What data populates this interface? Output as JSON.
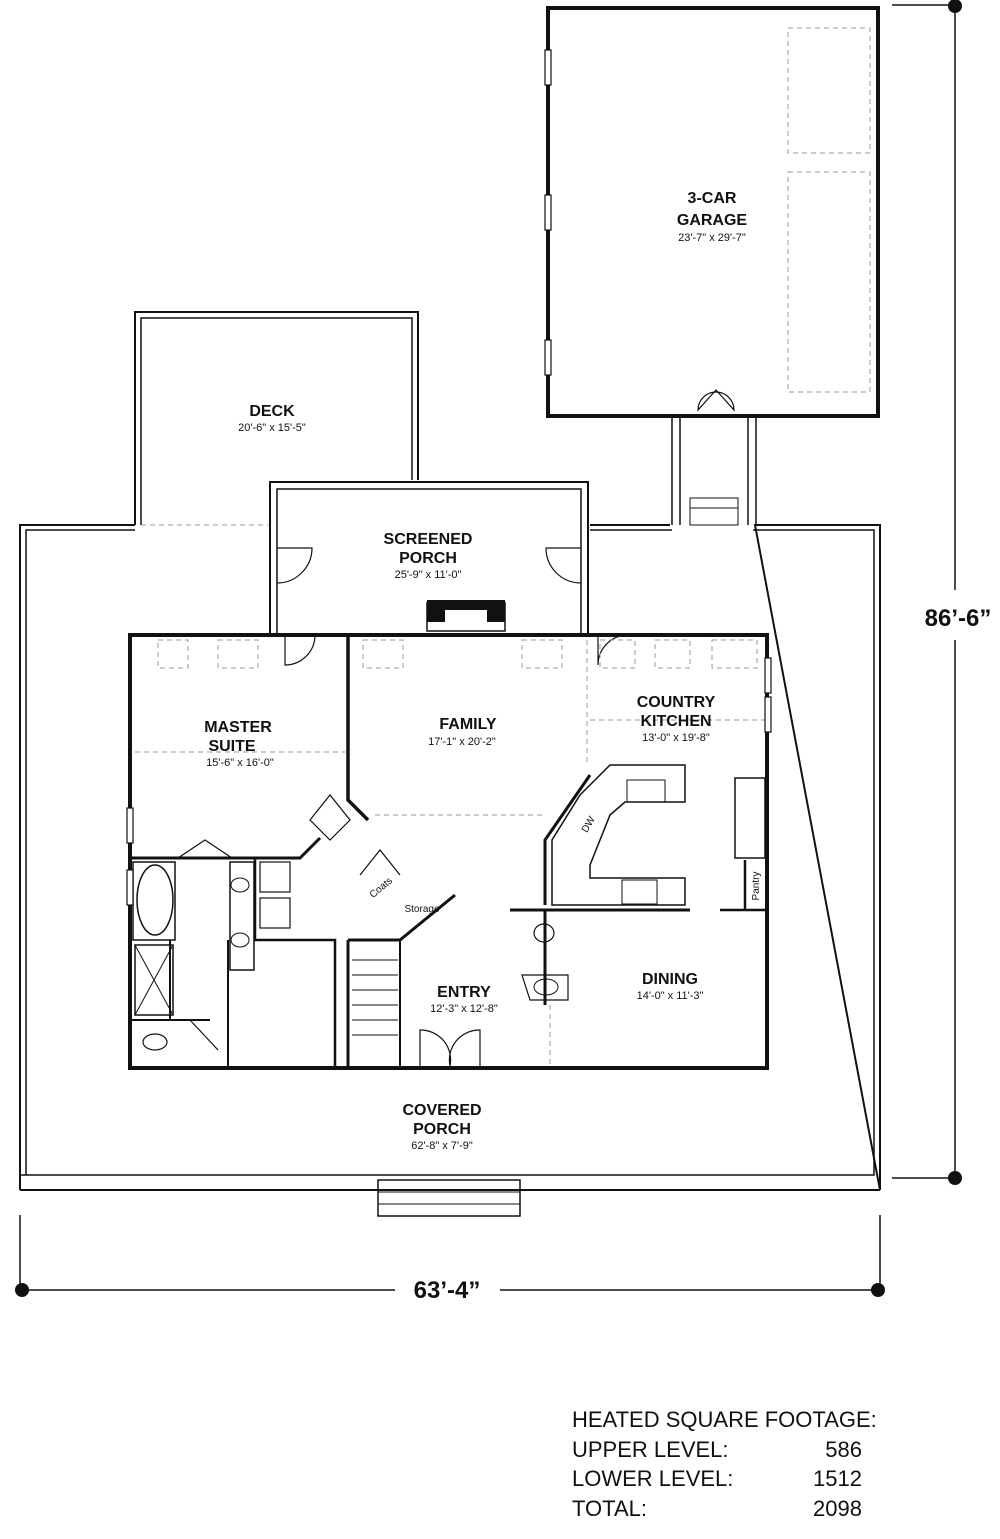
{
  "rooms": {
    "garage": {
      "line1": "3-CAR",
      "line2": "GARAGE",
      "size": "23'-7\" x 29'-7\""
    },
    "deck": {
      "name": "DECK",
      "size": "20'-6\" x 15'-5\""
    },
    "screened_porch": {
      "line1": "SCREENED",
      "line2": "PORCH",
      "size": "25'-9\" x 11'-0\""
    },
    "master_suite": {
      "line1": "MASTER",
      "line2": "SUITE",
      "size": "15'-6\" x 16'-0\""
    },
    "family": {
      "name": "FAMILY",
      "size": "17'-1\" x 20'-2\""
    },
    "country_kitchen": {
      "line1": "COUNTRY",
      "line2": "KITCHEN",
      "size": "13'-0\" x 19'-8\""
    },
    "entry": {
      "name": "ENTRY",
      "size": "12'-3\" x 12'-8\""
    },
    "dining": {
      "name": "DINING",
      "size": "14'-0\" x 11'-3\""
    },
    "covered_porch": {
      "line1": "COVERED",
      "line2": "PORCH",
      "size": "62'-8\" x 7'-9\""
    }
  },
  "small_labels": {
    "coats": "Coats",
    "storage": "Storage",
    "dw": "DW",
    "pantry": "Pantry"
  },
  "dimensions": {
    "width": "63’-4”",
    "depth": "86’-6”"
  },
  "footage": {
    "heading": "HEATED SQUARE FOOTAGE:",
    "rows": [
      {
        "label": "UPPER LEVEL:",
        "value": "586"
      },
      {
        "label": "LOWER LEVEL:",
        "value": "1512"
      },
      {
        "label": "TOTAL:",
        "value": "2098"
      }
    ]
  }
}
